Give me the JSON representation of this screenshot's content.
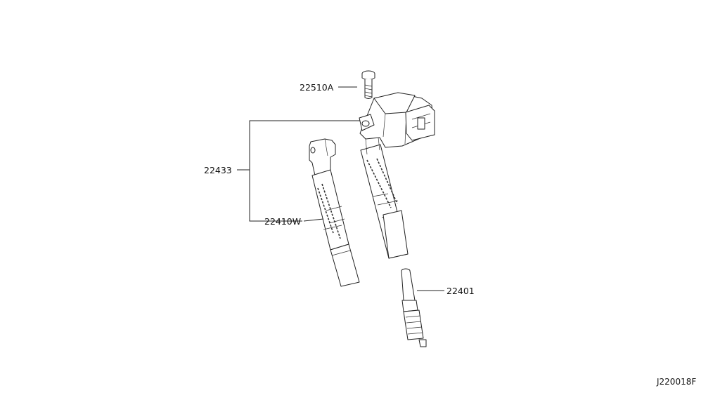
{
  "labels": {
    "bolt": "22510A",
    "coil_assembly": "22433",
    "coil_tube": "22410W",
    "spark_plug": "22401"
  },
  "diagram_code": "J220018F"
}
